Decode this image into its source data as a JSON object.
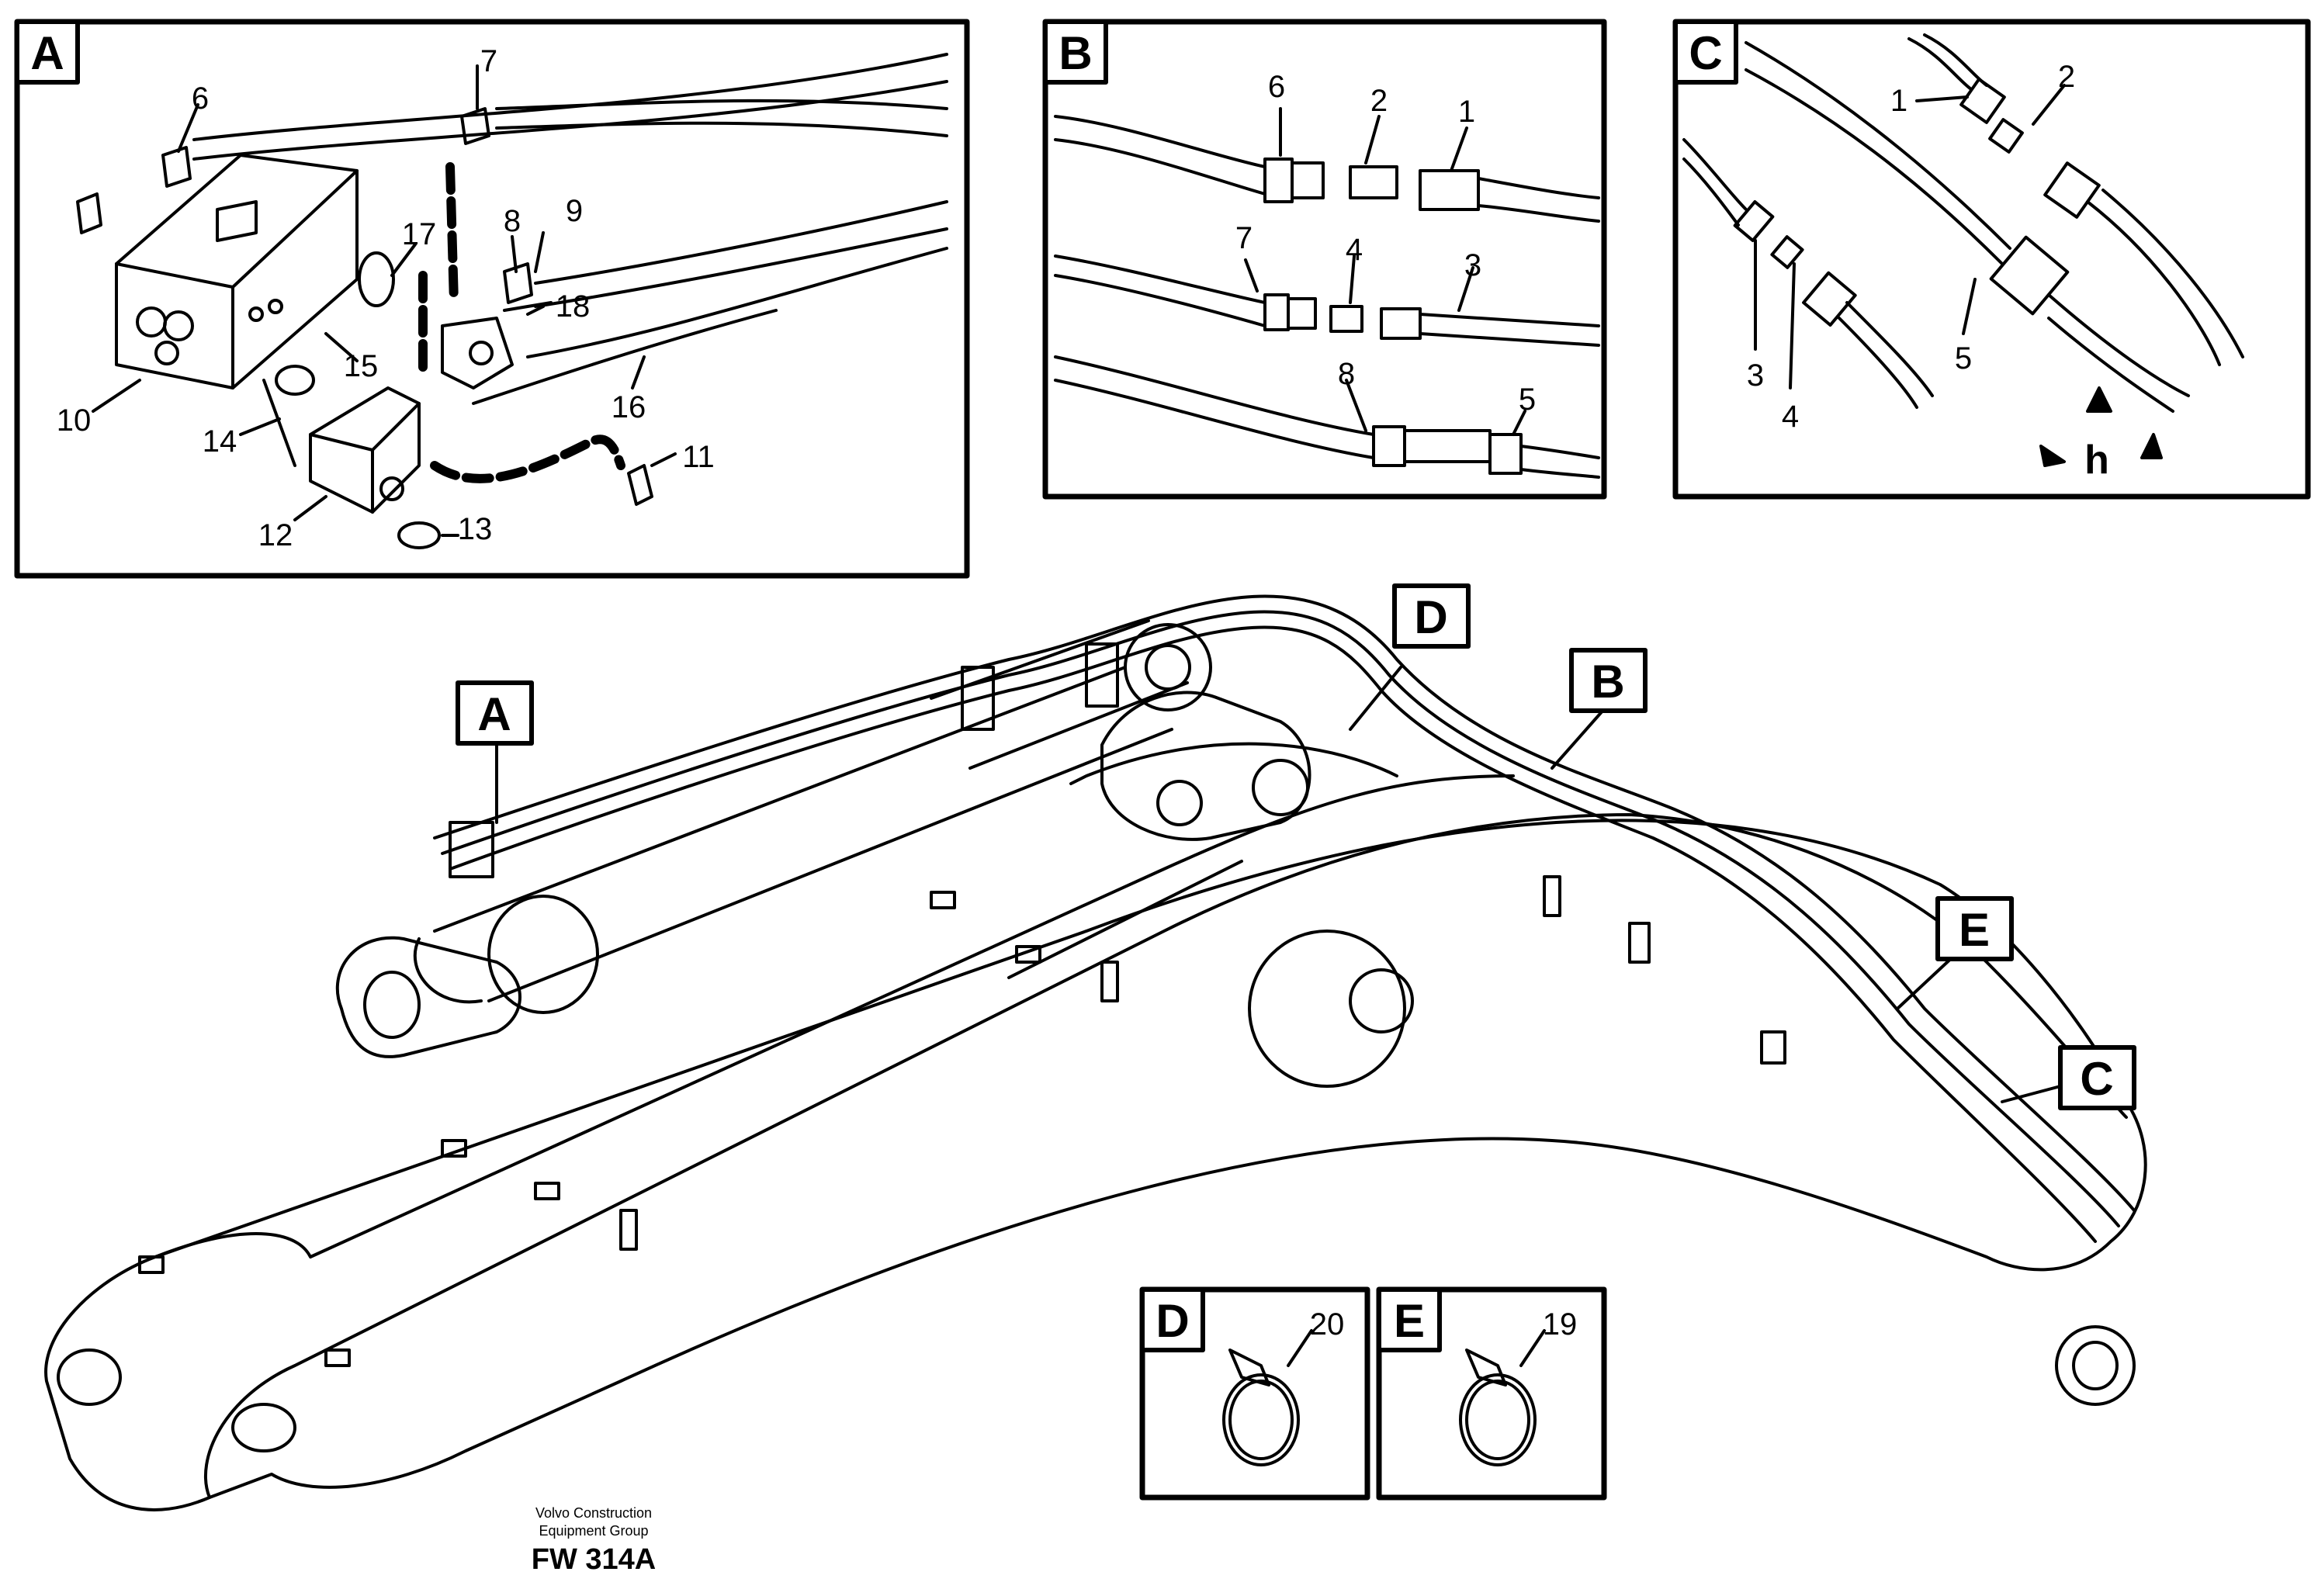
{
  "colors": {
    "ink": "#000000",
    "paper": "#ffffff"
  },
  "panels": {
    "A": {
      "letter": "A",
      "labels": [
        "6",
        "7",
        "17",
        "8",
        "9",
        "18",
        "10",
        "15",
        "14",
        "16",
        "11",
        "12",
        "13"
      ]
    },
    "B": {
      "letter": "B",
      "labels": [
        "6",
        "2",
        "1",
        "7",
        "4",
        "3",
        "8",
        "5"
      ]
    },
    "C": {
      "letter": "C",
      "labels": [
        "1",
        "2",
        "3",
        "4",
        "5",
        "h"
      ]
    },
    "D": {
      "letter": "D",
      "labels": [
        "20"
      ]
    },
    "E": {
      "letter": "E",
      "labels": [
        "19"
      ]
    }
  },
  "callouts": {
    "A": "A",
    "B": "B",
    "C": "C",
    "D": "D",
    "E": "E"
  },
  "footer": {
    "line1": "Volvo Construction",
    "line2": "Equipment Group",
    "code": "FW 314A"
  }
}
